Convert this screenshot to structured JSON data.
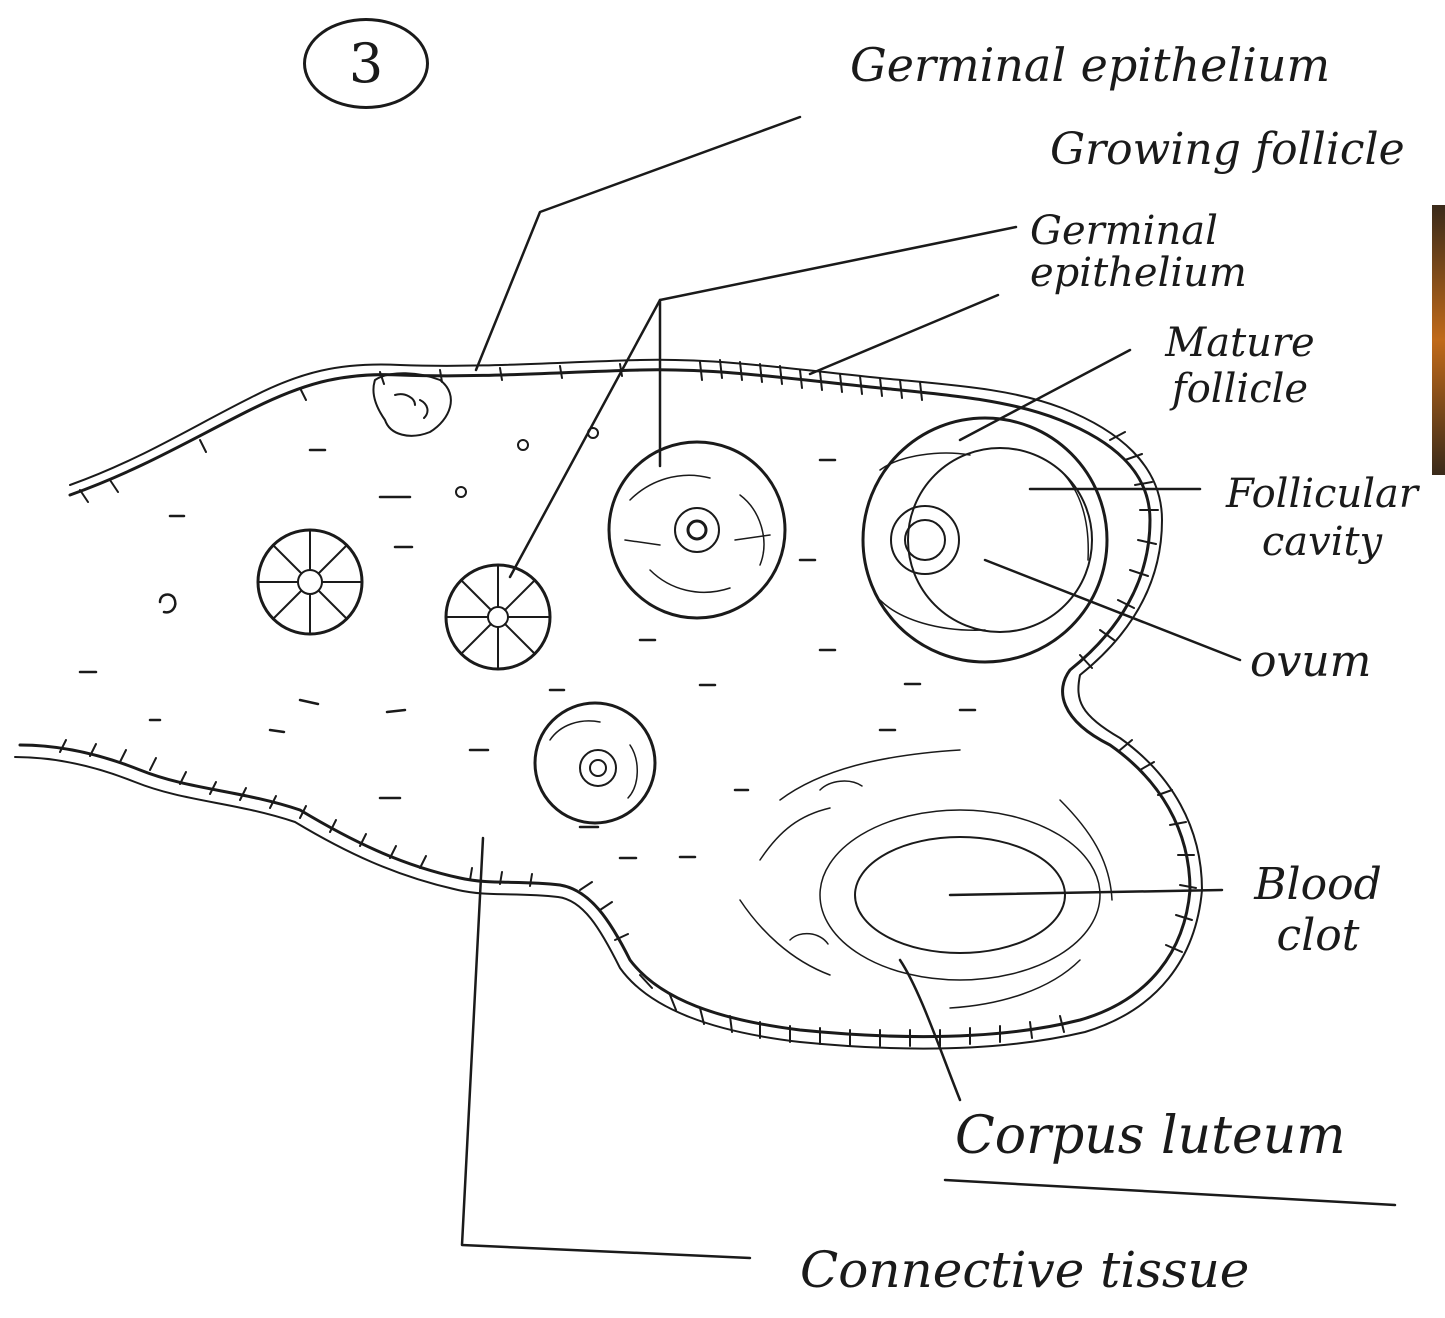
{
  "figure_number": "3",
  "labels": {
    "germinal_epithelium_top": "Germinal epithelium",
    "growing_follicle": "Growing follicle",
    "germinal_epithelium_2": "Germinal epithelium",
    "mature_follicle": "Mature follicle",
    "follicular_cavity": "Follicular cavity",
    "ovum": "ovum",
    "blood_clot": "Blood clot",
    "corpus_luteum": "Corpus luteum",
    "connective_tissue": "Connective tissue"
  }
}
